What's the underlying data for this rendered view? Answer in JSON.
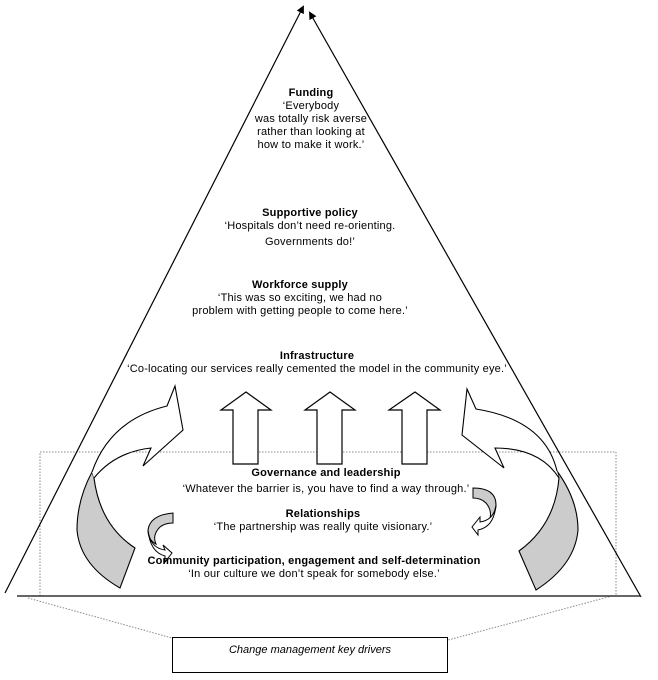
{
  "diagram": {
    "title": "Change management key drivers pyramid",
    "colors": {
      "line": "#000000",
      "fill_gray": "#cccccc",
      "dotted": "#888888"
    },
    "levels": [
      {
        "heading": "Funding",
        "quote_lines": [
          "‘Everybody",
          "was totally risk averse",
          "rather than looking at",
          "how to make it work.’"
        ]
      },
      {
        "heading": "Supportive policy",
        "quote_lines": [
          "‘Hospitals don’t need re-orienting.",
          "Governments do!’"
        ]
      },
      {
        "heading": "Workforce supply",
        "quote_lines": [
          "‘This was so exciting, we had no",
          "problem with getting people to come here.’"
        ]
      },
      {
        "heading": "Infrastructure",
        "quote_lines": [
          "‘Co-locating our services really cemented the model in the community eye.’"
        ]
      },
      {
        "heading": "Governance and leadership",
        "quote_lines": [
          "‘Whatever the barrier is, you have to find a way through.’"
        ]
      },
      {
        "heading": "Relationships",
        "quote_lines": [
          "‘The partnership was really quite visionary.’"
        ]
      },
      {
        "heading": "Community participation, engagement and self-determination",
        "quote_lines": [
          "‘In our culture we don’t speak for somebody else.’"
        ]
      }
    ],
    "caption": "Change management key drivers"
  }
}
